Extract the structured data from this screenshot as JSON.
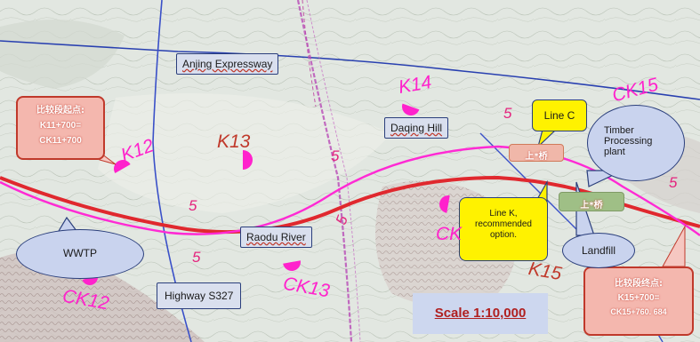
{
  "roads": {
    "anjing": "Anjing Expressway",
    "s327": "Highway S327"
  },
  "places": {
    "daqing_hill": "Daqing Hill",
    "raodu_river": "Raodu River",
    "wwtp": "WWTP",
    "timber": "Timber Processing plant",
    "landfill": "Landfill"
  },
  "lines": {
    "line_c": "Line C",
    "line_k": "Line K, recommended option."
  },
  "start_box": {
    "l1": "比较段起点:",
    "l2": "K11+700=",
    "l3": "CK11+700"
  },
  "end_box": {
    "l1": "比较段终点:",
    "l2": "K15+700=",
    "l3": "CK15+760. 684"
  },
  "bridge_c": "上*桥",
  "bridge_k": "上*桥",
  "markers": {
    "k12": "K12",
    "k13": "K13",
    "k14": "K14",
    "k15": "K15",
    "ck12": "CK12",
    "ck13": "CK13",
    "ck14": "CK",
    "ck15": "CK15"
  },
  "five": "5",
  "scale": "Scale 1:10,000",
  "colors": {
    "line_k": "#e0282e",
    "line_c": "#ff2ad4",
    "expressway": "#2940b0",
    "highway": "#3a50c8"
  }
}
